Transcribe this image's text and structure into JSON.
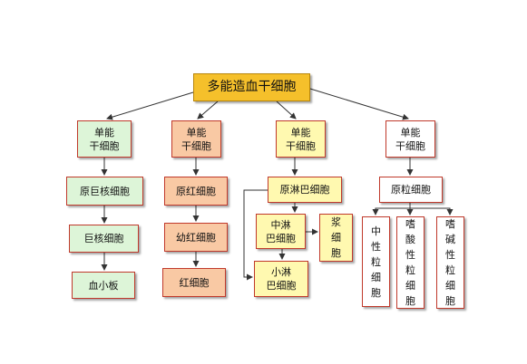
{
  "root": "多能造血干细胞",
  "myeloid_megakaryocytic": {
    "stem": "单能\n干细胞",
    "stage1": "原巨核细胞",
    "stage2": "巨核细胞",
    "stage3": "血小板"
  },
  "erythroid": {
    "stem": "单能\n干细胞",
    "stage1": "原红细胞",
    "stage2": "幼红细胞",
    "stage3": "红细胞"
  },
  "lymphoid": {
    "stem": "单能\n干细胞",
    "stage1": "原淋巴细胞",
    "medium": "中淋\n巴细胞",
    "small": "小淋\n巴细胞",
    "plasma": "浆\n细\n胞"
  },
  "granulocytic": {
    "stem": "单能\n干细胞",
    "stage1": "原粒细胞",
    "neutrophil": "中\n性\n粒\n细\n胞",
    "eosinophil": "嗜\n酸\n性\n粒\n细\n胞",
    "basophil": "嗜\n碱\n性\n粒\n细\n胞"
  },
  "colors": {
    "root_fill": "#f5c02b",
    "border": "#c0392b",
    "green_fill": "#ddf5d8",
    "orange_fill": "#f9c9a4",
    "yellow_fill": "#fff9b0",
    "arrow": "#333333"
  }
}
